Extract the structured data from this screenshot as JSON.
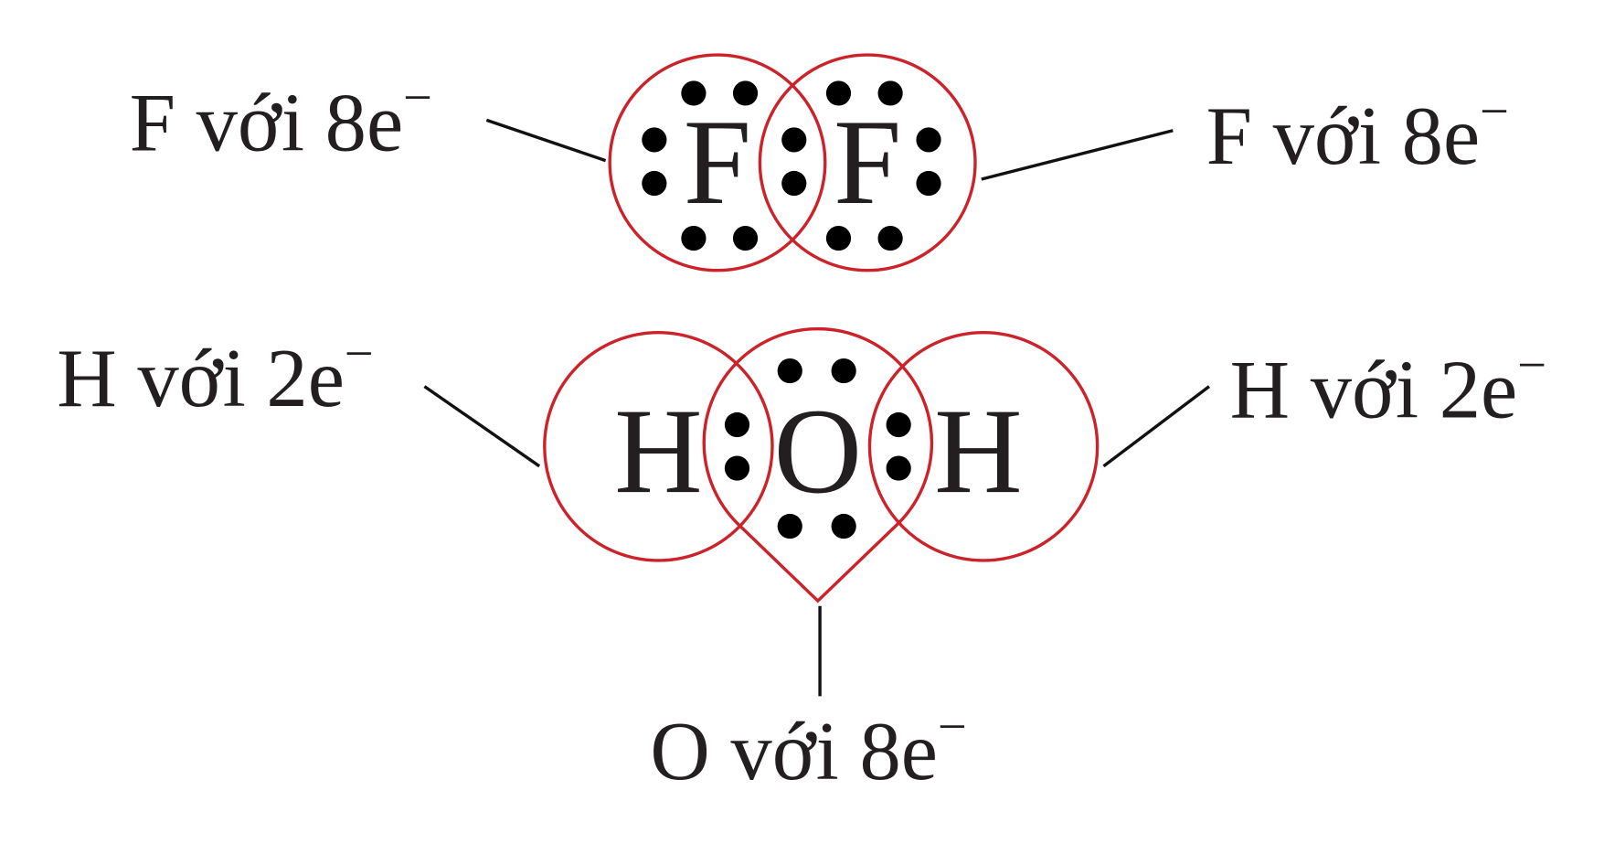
{
  "f2": {
    "atoms": [
      "F",
      "F"
    ],
    "label_left": {
      "text": "F với 8e",
      "sup": "−"
    },
    "label_right": {
      "text": "F với 8e",
      "sup": "−"
    }
  },
  "h2o": {
    "atoms": [
      "H",
      "O",
      "H"
    ],
    "label_left": {
      "text": "H với 2e",
      "sup": "−"
    },
    "label_right": {
      "text": "H với 2e",
      "sup": "−"
    },
    "label_bottom": {
      "text": "O với 8e",
      "sup": "−"
    }
  },
  "colors": {
    "shell": "#cc2229",
    "text": "#231f20"
  }
}
